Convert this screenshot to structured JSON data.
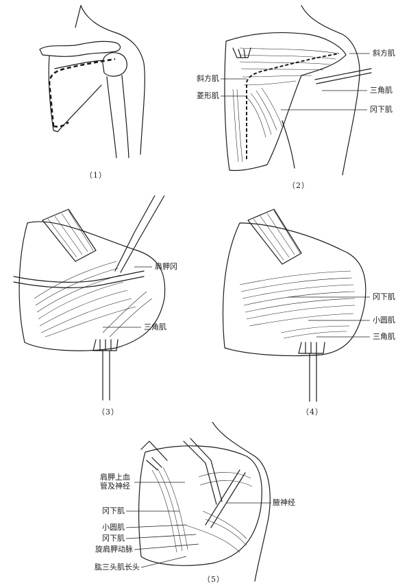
{
  "panels": [
    {
      "caption": "（1）",
      "labels": []
    },
    {
      "caption": "（2）",
      "labels": [
        "斜方肌",
        "斜方肌",
        "菱形肌",
        "三角肌",
        "冈下肌"
      ]
    },
    {
      "caption": "（3）",
      "labels": [
        "肩胛冈",
        "三角肌"
      ]
    },
    {
      "caption": "（4）",
      "labels": [
        "冈下肌",
        "小圆肌",
        "三角肌"
      ]
    },
    {
      "caption": "（5）",
      "labels": [
        "肩胛上血管及神经",
        "冈下肌",
        "腋神经",
        "小圆肌",
        "冈下肌",
        "旋肩胛动脉",
        "肱三头肌长头"
      ]
    }
  ]
}
